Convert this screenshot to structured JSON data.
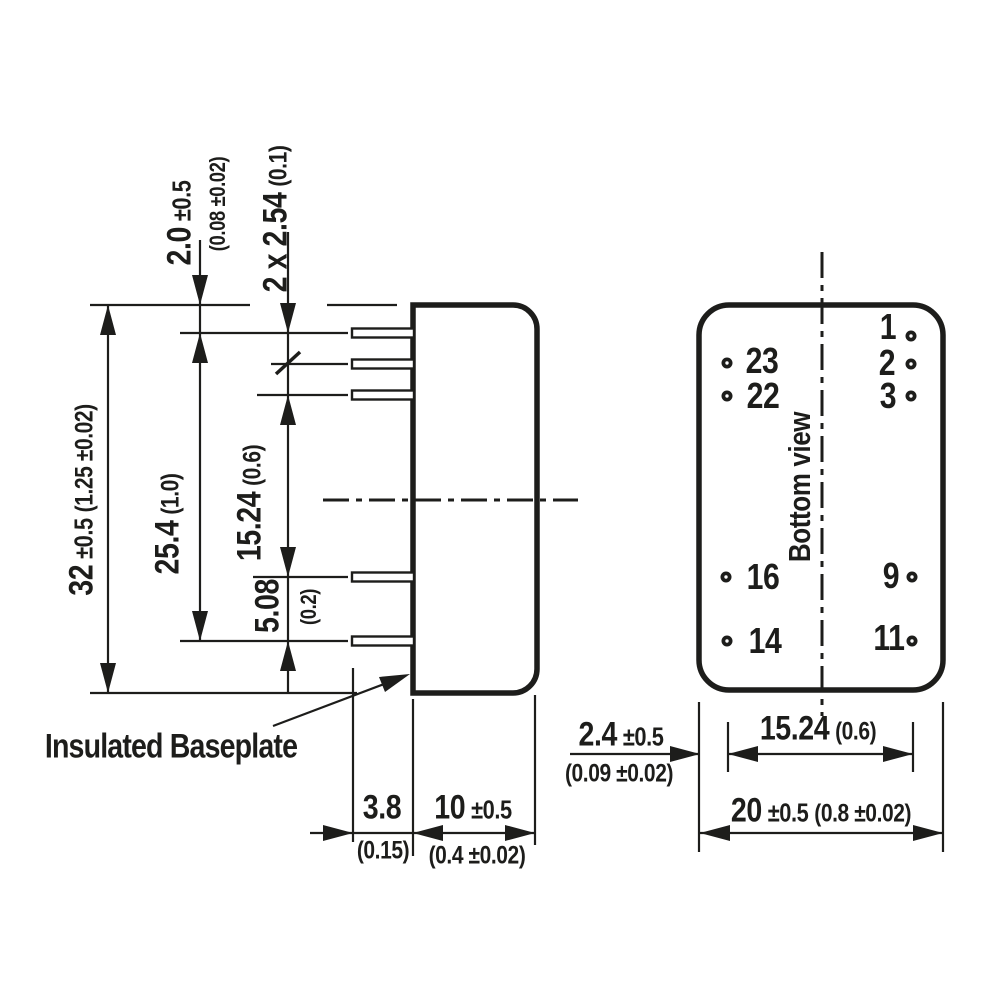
{
  "diagram": {
    "colors": {
      "ink": "#1d1d1b",
      "background": "#ffffff"
    },
    "side_view": {
      "dim_pin_offset": {
        "value": "2.0",
        "tol": "±0.5",
        "alt": "(0.08 ±0.02)"
      },
      "dim_pin_pitch": {
        "value": "2 x 2.54",
        "alt": "(0.1)"
      },
      "dim_height": {
        "value": "32",
        "tol": "±0.5",
        "alt": "(1.25 ±0.02)"
      },
      "dim_pin_span": {
        "value": "25.4",
        "alt": "(1.0)"
      },
      "dim_row_gap": {
        "value": "15.24",
        "alt": "(0.6)"
      },
      "dim_bottom_pitch": {
        "value": "5.08",
        "alt": "(0.2)"
      },
      "dim_pin_length": {
        "value": "3.8",
        "alt": "(0.15)"
      },
      "dim_depth": {
        "value": "10",
        "tol": "±0.5",
        "alt": "(0.4 ±0.02)"
      },
      "baseplate_label": "Insulated Baseplate"
    },
    "bottom_view": {
      "title": "Bottom view",
      "pins": [
        {
          "label": "1"
        },
        {
          "label": "2"
        },
        {
          "label": "3"
        },
        {
          "label": "23"
        },
        {
          "label": "22"
        },
        {
          "label": "16"
        },
        {
          "label": "9"
        },
        {
          "label": "14"
        },
        {
          "label": "11"
        }
      ],
      "dim_edge_to_pin": {
        "value": "2.4",
        "tol": "±0.5",
        "alt": "(0.09 ±0.02)"
      },
      "dim_pin_columns": {
        "value": "15.24",
        "alt": "(0.6)"
      },
      "dim_width": {
        "value": "20",
        "tol": "±0.5",
        "alt": "(0.8 ±0.02)"
      }
    }
  }
}
